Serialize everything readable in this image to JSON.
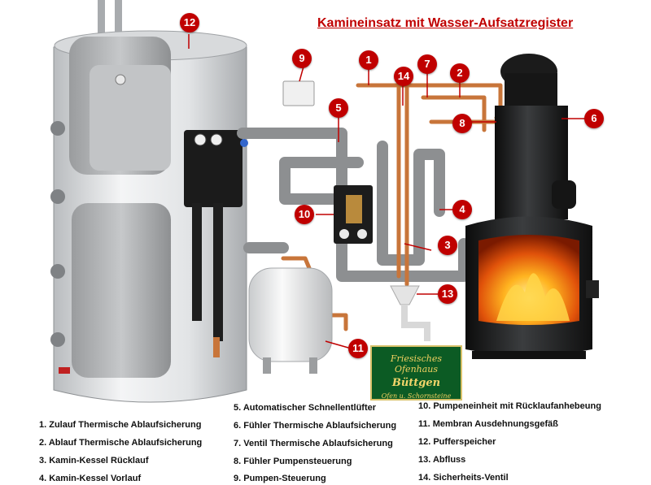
{
  "diagram": {
    "title": "Kamineinsatz mit Wasser-Aufsatzregister",
    "accent_color": "#c00000",
    "pipe_color": "#8d8f91",
    "copper_color": "#c8753a",
    "callouts": [
      {
        "number": "1"
      },
      {
        "number": "2"
      },
      {
        "number": "3"
      },
      {
        "number": "4"
      },
      {
        "number": "5"
      },
      {
        "number": "6"
      },
      {
        "number": "7"
      },
      {
        "number": "8"
      },
      {
        "number": "9"
      },
      {
        "number": "10"
      },
      {
        "number": "11"
      },
      {
        "number": "12"
      },
      {
        "number": "13"
      },
      {
        "number": "14"
      }
    ],
    "legend": [
      "1. Zulauf Thermische Ablaufsicherung",
      "2. Ablauf Thermische Ablaufsicherung",
      "3. Kamin-Kessel Rücklauf",
      "4. Kamin-Kessel Vorlauf",
      "5. Automatischer Schnellentlüfter",
      "6. Fühler Thermische Ablaufsicherung",
      "7. Ventil Thermische Ablaufsicherung",
      "8. Fühler Pumpensteuerung",
      "9. Pumpen-Steuerung",
      "10. Pumpeneinheit mit Rücklaufanhebeung",
      "11. Membran Ausdehnungsgefäß",
      "12. Pufferspeicher",
      "13. Abfluss",
      "14. Sicherheits-Ventil"
    ],
    "logo": {
      "line1": "Friesisches Ofenhaus",
      "line2": "Büttgen",
      "line3": "Ofen u. Schornsteine"
    }
  }
}
